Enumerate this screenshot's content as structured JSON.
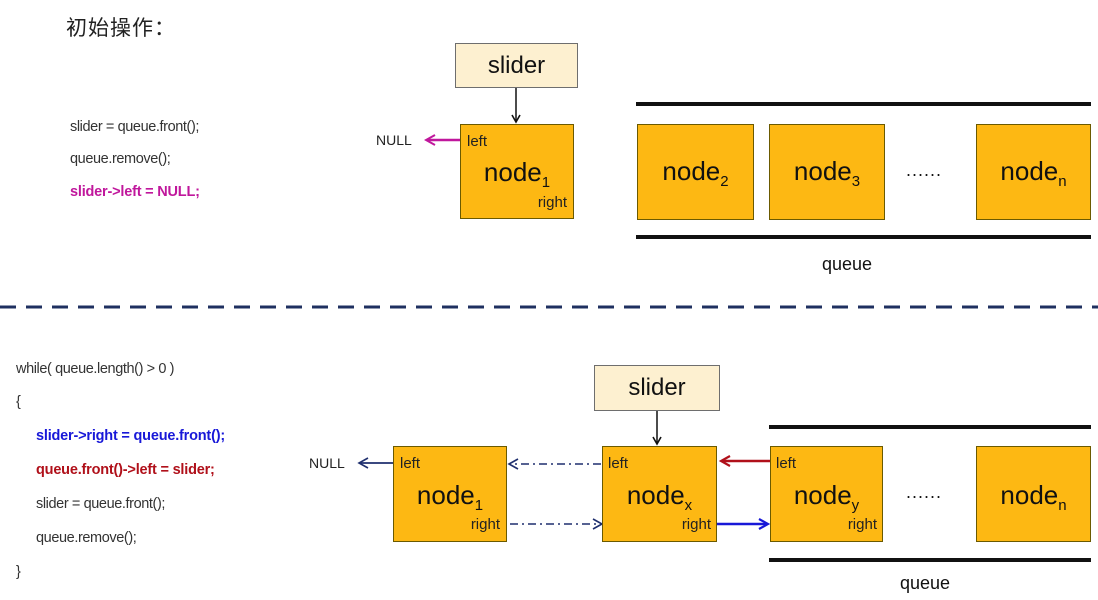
{
  "title": "初始操作：",
  "top_code": [
    "slider = queue.front();",
    "queue.remove();",
    "slider->left = NULL;"
  ],
  "bottom_code": [
    "while( queue.length() > 0 )",
    "{",
    "slider->right = queue.front();",
    "queue.front()->left = slider;",
    "slider = queue.front();",
    "queue.remove();",
    "}"
  ],
  "colors": {
    "node_fill": "#fdb813",
    "slider_fill": "#fdf0d0",
    "magenta": "#c0179c",
    "blue": "#1818d8",
    "red": "#b0101a",
    "navy": "#1f2f6e",
    "dash_line": "#1f3060"
  },
  "labels": {
    "slider": "slider",
    "left": "left",
    "right": "right",
    "null": "NULL",
    "queue": "queue",
    "ellipsis": "......",
    "node": "node",
    "sub_1": "1",
    "sub_2": "2",
    "sub_3": "3",
    "sub_n": "n",
    "sub_x": "x",
    "sub_y": "y"
  }
}
